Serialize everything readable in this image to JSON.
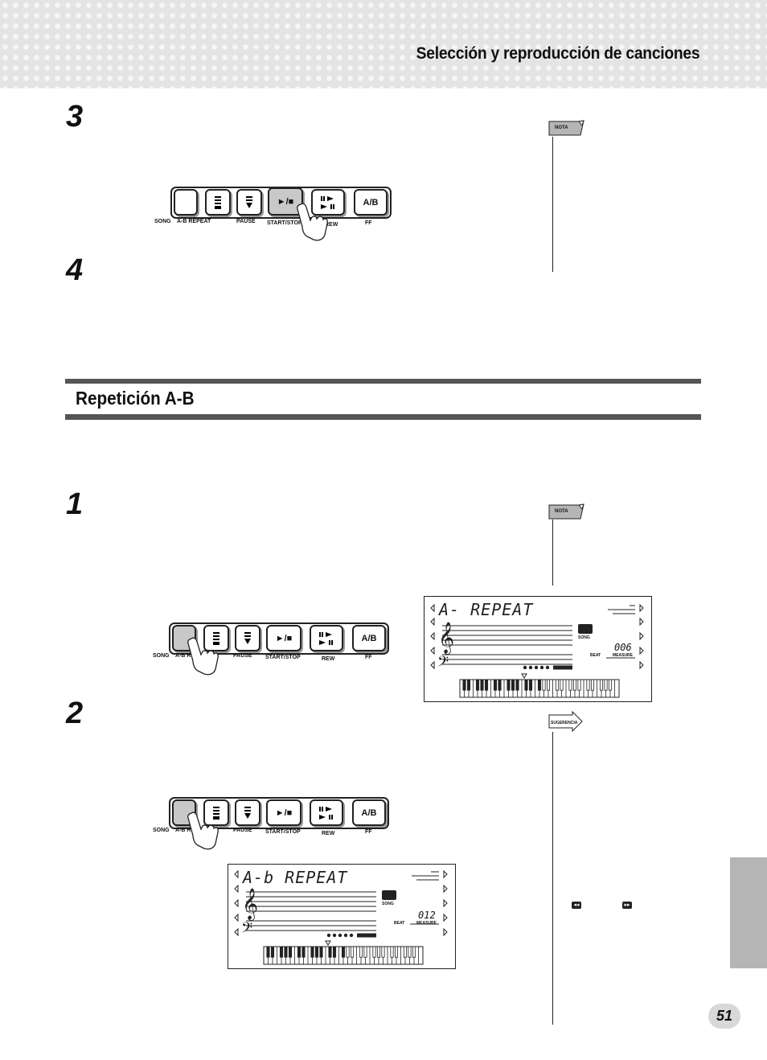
{
  "header": {
    "title": "Selección y reproducción de canciones"
  },
  "steps": {
    "s3": "3",
    "s4": "4",
    "s1": "1",
    "s2": "2"
  },
  "section": {
    "title": "Repetición A-B"
  },
  "notes": {
    "nota": "NOTA",
    "sugerencia": "SUGERENCIA"
  },
  "panel": {
    "song": "SONG",
    "ab_repeat": "A-B REPEAT",
    "ab_repeat_short": "A-B RE",
    "pause": "PAUSE",
    "start_stop": "START/STOP",
    "rew": "REW",
    "ff": "FF",
    "play_stop_glyph": "►/■",
    "ab_glyph": "A/B"
  },
  "lcd1": {
    "text": "A-  REPEAT",
    "measure_value": "006",
    "beat": "BEAT",
    "measure": "MEASURE",
    "song": "SONG"
  },
  "lcd2": {
    "text": "A-b REPEAT",
    "measure_value": "012",
    "beat": "BEAT",
    "measure": "MEASURE",
    "song": "SONG"
  },
  "page": {
    "number": "51"
  }
}
